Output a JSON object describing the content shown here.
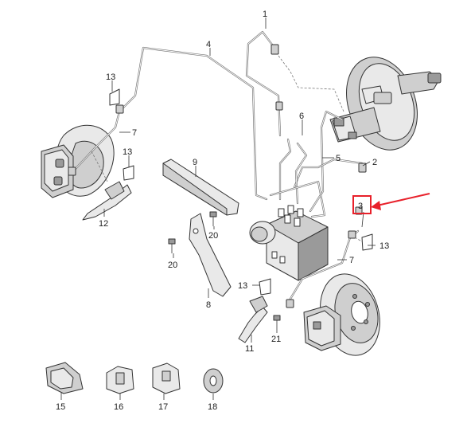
{
  "diagram": {
    "callouts": [
      {
        "id": "c1",
        "text": "1"
      },
      {
        "id": "c2",
        "text": "2"
      },
      {
        "id": "c3",
        "text": "3"
      },
      {
        "id": "c4",
        "text": "4"
      },
      {
        "id": "c5",
        "text": "5"
      },
      {
        "id": "c6",
        "text": "6"
      },
      {
        "id": "c7a",
        "text": "7"
      },
      {
        "id": "c7b",
        "text": "7"
      },
      {
        "id": "c8",
        "text": "8"
      },
      {
        "id": "c9",
        "text": "9"
      },
      {
        "id": "c11",
        "text": "11"
      },
      {
        "id": "c12",
        "text": "12"
      },
      {
        "id": "c13a",
        "text": "13"
      },
      {
        "id": "c13b",
        "text": "13"
      },
      {
        "id": "c13c",
        "text": "13"
      },
      {
        "id": "c13d",
        "text": "13"
      },
      {
        "id": "c15",
        "text": "15"
      },
      {
        "id": "c16",
        "text": "16"
      },
      {
        "id": "c17",
        "text": "17"
      },
      {
        "id": "c18",
        "text": "18"
      },
      {
        "id": "c20a",
        "text": "20"
      },
      {
        "id": "c20b",
        "text": "20"
      },
      {
        "id": "c21",
        "text": "21"
      }
    ],
    "highlight": {
      "target": "3",
      "color": "#e8202a"
    },
    "colors": {
      "line": "#333333",
      "pipe": "#707070",
      "part_fill": "#cfcfcf",
      "background": "#ffffff"
    }
  }
}
